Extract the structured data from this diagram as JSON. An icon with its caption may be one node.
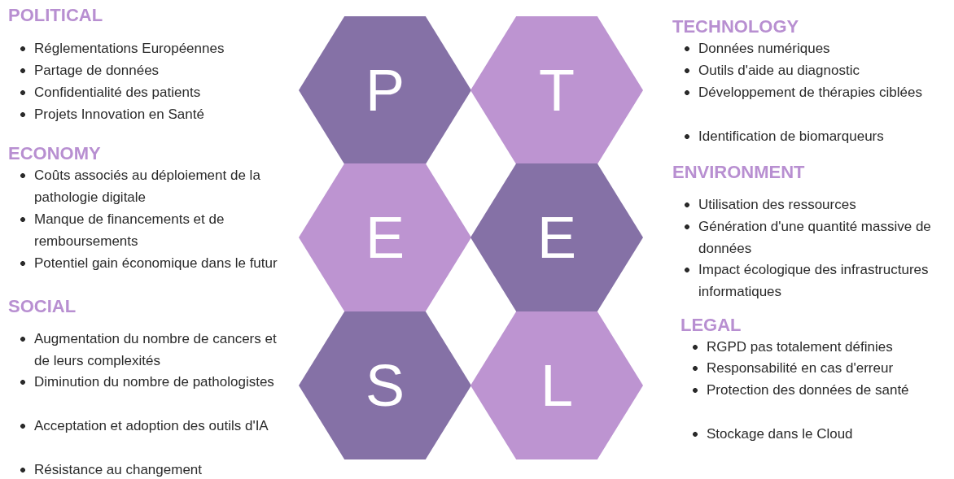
{
  "diagram": {
    "nodes": [
      {
        "text": [
          "P"
        ]
      },
      {
        "text": [
          "T"
        ]
      },
      {
        "text": [
          "E"
        ]
      },
      {
        "text": [
          "E"
        ]
      },
      {
        "text": [
          "S"
        ]
      },
      {
        "text": [
          "L"
        ]
      }
    ],
    "labels": [
      "POLITICAL",
      "Réglementations Européennes",
      "Partage de données",
      "Confidentialité des patients",
      "Projets Innovation en Santé",
      "ECONOMY",
      "Coûts associés au déploiement de la pathologie digitale",
      "Manque de financements et de remboursements",
      "Potentiel gain économique dans le futur",
      "SOCIAL",
      "Augmentation du nombre de cancers et de leurs complexités",
      "Diminution du nombre de pathologistes",
      "Acceptation et adoption des outils d'IA",
      "Résistance au changement",
      "TECHNOLOGY",
      "Données numériques",
      "Outils d'aide au diagnostic",
      "Développement de thérapies ciblées",
      "Identification de biomarqueurs",
      "ENVIRONMENT",
      "Utilisation des ressources",
      "Génération d'une quantité massive de données",
      "Impact écologique des infrastructures informatiques",
      "LEGAL",
      "RGPD pas totalement définies",
      "Responsabilité en cas d'erreur",
      "Protection des données de santé",
      "Stockage dans le Cloud"
    ]
  }
}
